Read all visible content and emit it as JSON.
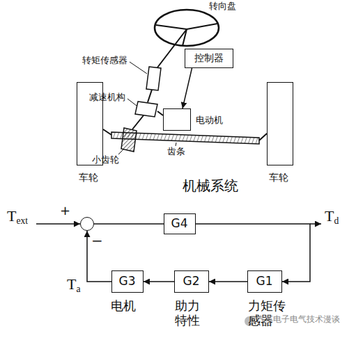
{
  "diagram": {
    "caption": "机械系统",
    "nodes": [
      {
        "text": [
          "控制器"
        ]
      },
      {
        "text": [
          "电动机"
        ]
      },
      {
        "text": [
          "车轮"
        ]
      },
      {
        "text": [
          "车轮"
        ]
      },
      {
        "text": [
          "+",
          "−"
        ]
      },
      {
        "text": [
          "G4"
        ]
      },
      {
        "text": [
          "G1",
          "力矩传感器"
        ]
      },
      {
        "text": [
          "G2",
          "助力特性"
        ]
      },
      {
        "text": [
          "G3",
          "电机"
        ]
      }
    ],
    "edges": [
      {
        "from": 0,
        "to": 1,
        "arrow": "to"
      },
      {
        "from": 4,
        "to": 5,
        "arrow": "none"
      },
      {
        "from": 5,
        "to": 6,
        "arrow": "to"
      },
      {
        "from": 6,
        "to": 7,
        "arrow": "to"
      },
      {
        "from": 7,
        "to": 8,
        "arrow": "to"
      },
      {
        "from": 8,
        "to": 4,
        "arrow": "to"
      }
    ],
    "labels": [
      "转向盘",
      "转矩传感器",
      "减速机构",
      "小齿轮",
      "齿条",
      "Text",
      "Td",
      "Ta",
      "汽车电子电气技术漫谈"
    ]
  }
}
